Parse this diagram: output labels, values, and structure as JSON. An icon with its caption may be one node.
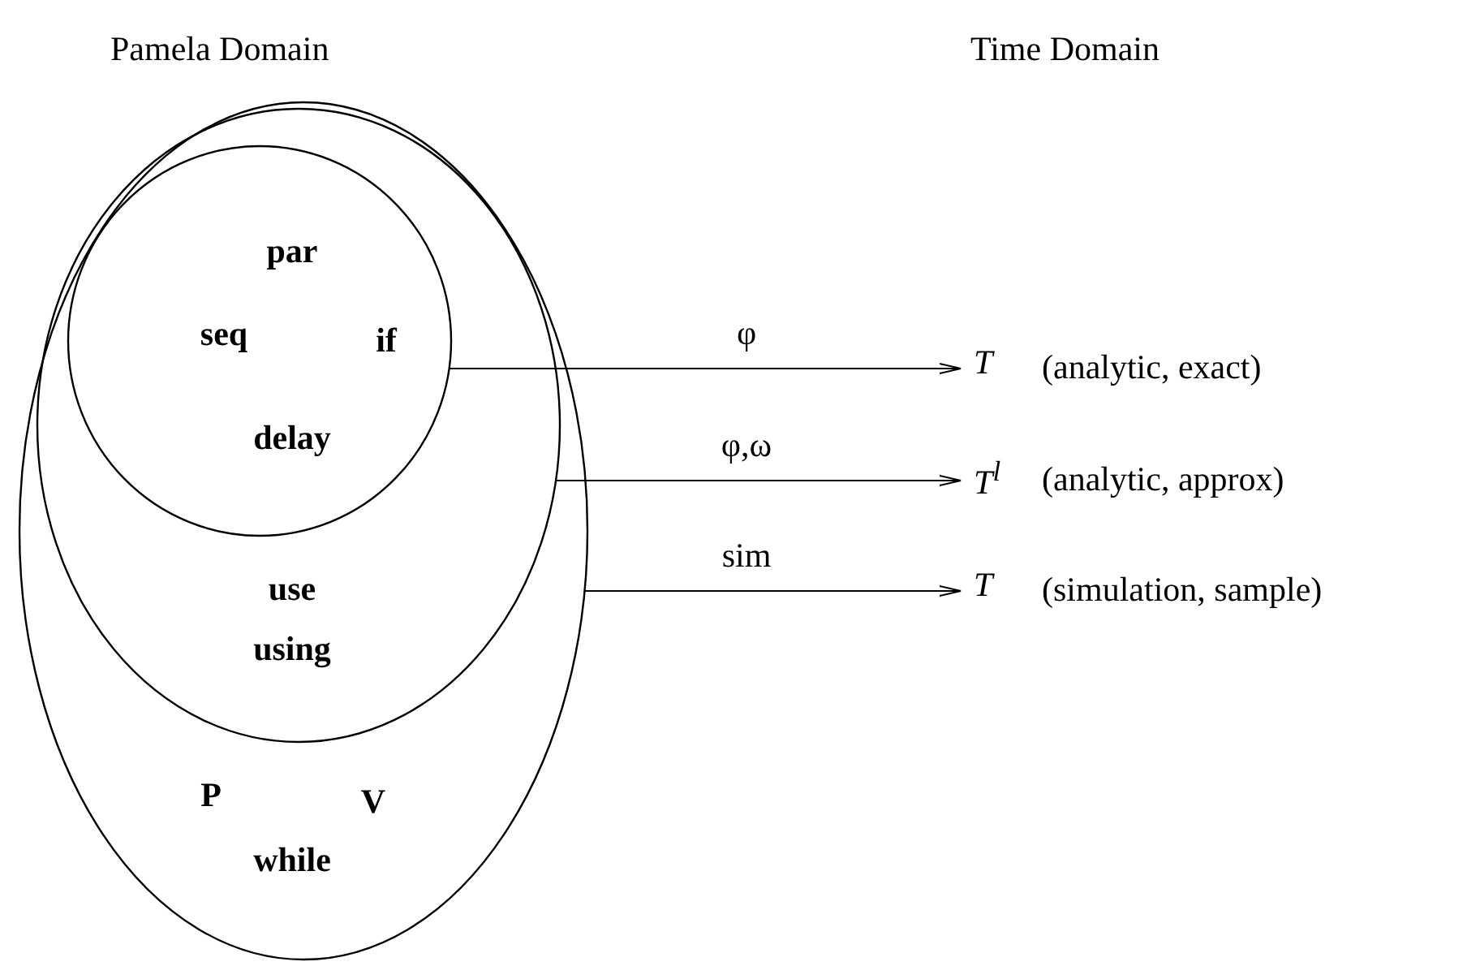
{
  "diagram": {
    "nodes": [
      {
        "text": [
          "P",
          "V",
          "while"
        ]
      },
      {
        "text": [
          "use",
          "using"
        ],
        "in": 0
      },
      {
        "text": [
          "par",
          "seq",
          "if",
          "delay"
        ],
        "in": 1
      },
      {
        "text": [
          "T",
          "(analytic, exact)"
        ]
      },
      {
        "text": [
          "T$^{l}$",
          "(analytic, approx)"
        ]
      },
      {
        "text": [
          "T",
          "(simulation, sample)"
        ]
      }
    ],
    "edges": [
      {
        "from": 2,
        "to": 3,
        "arrow": "to",
        "label": "φ"
      },
      {
        "from": 1,
        "to": 4,
        "arrow": "to",
        "label": "φ,ω"
      },
      {
        "from": 0,
        "to": 5,
        "arrow": "to",
        "label": "sim"
      }
    ],
    "labels": [
      "Pamela Domain",
      "Time Domain"
    ]
  }
}
